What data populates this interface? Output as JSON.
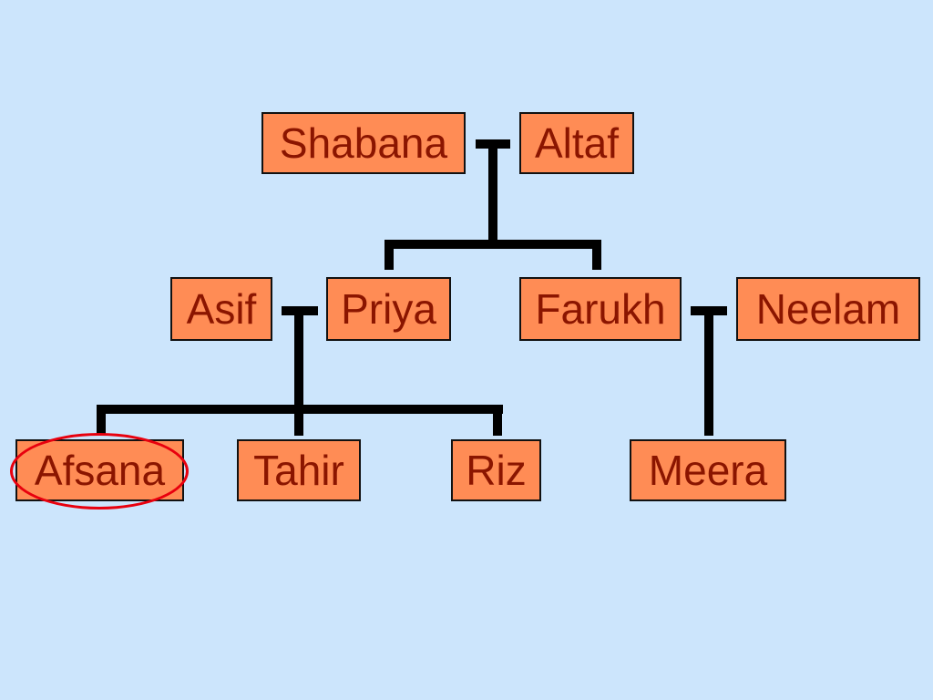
{
  "people": {
    "shabana": "Shabana",
    "altaf": "Altaf",
    "asif": "Asif",
    "priya": "Priya",
    "farukh": "Farukh",
    "neelam": "Neelam",
    "afsana": "Afsana",
    "tahir": "Tahir",
    "riz": "Riz",
    "meera": "Meera"
  },
  "highlighted_person": "Afsana",
  "colors": {
    "background": "#cce5fc",
    "box_fill": "#ff8c55",
    "box_text": "#8b1500",
    "connector": "#000000",
    "highlight_ring": "#e8000e"
  }
}
